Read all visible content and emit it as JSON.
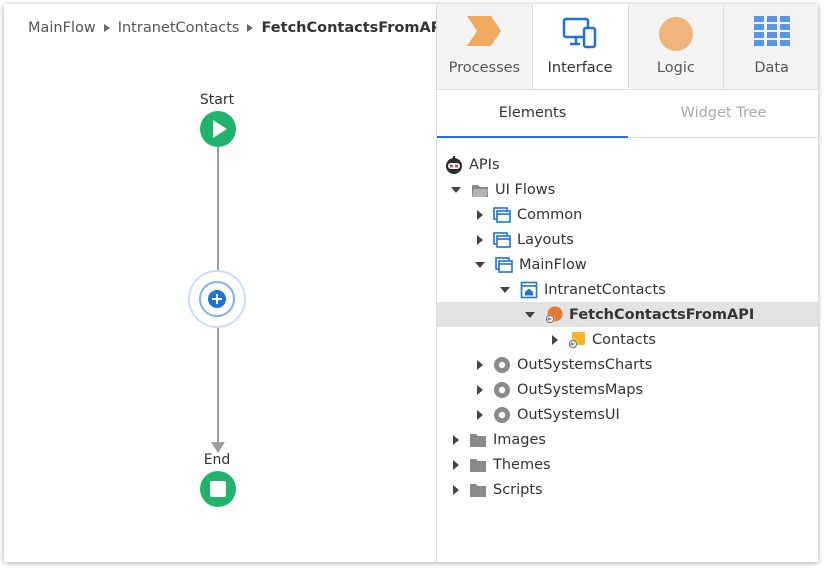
{
  "breadcrumb": {
    "items": [
      "MainFlow",
      "IntranetContacts"
    ],
    "current": "FetchContactsFromAPI"
  },
  "flow": {
    "start_label": "Start",
    "end_label": "End"
  },
  "top_tabs": [
    {
      "label": "Processes",
      "icon": "processes-icon",
      "color": "#f0a95e"
    },
    {
      "label": "Interface",
      "icon": "interface-icon",
      "color": "#1f73d6"
    },
    {
      "label": "Logic",
      "icon": "logic-icon",
      "color": "#f0b47c"
    },
    {
      "label": "Data",
      "icon": "data-icon",
      "color": "#5a94e6"
    }
  ],
  "sub_tabs": [
    "Elements",
    "Widget Tree"
  ],
  "tree": [
    {
      "label": "APIs",
      "icon": "apis-robot-icon",
      "level": 0,
      "caret": "none"
    },
    {
      "label": "UI Flows",
      "icon": "folder-open-icon",
      "level": 0,
      "caret": "down"
    },
    {
      "label": "Common",
      "icon": "ui-flow-icon",
      "level": 1,
      "caret": "right"
    },
    {
      "label": "Layouts",
      "icon": "ui-flow-icon",
      "level": 1,
      "caret": "right"
    },
    {
      "label": "MainFlow",
      "icon": "ui-flow-icon",
      "level": 1,
      "caret": "down"
    },
    {
      "label": "IntranetContacts",
      "icon": "screen-home-icon",
      "level": 2,
      "caret": "down"
    },
    {
      "label": "FetchContactsFromAPI",
      "icon": "data-action-icon",
      "level": 3,
      "caret": "down",
      "selected": true
    },
    {
      "label": "Contacts",
      "icon": "output-structure-icon",
      "level": 4,
      "caret": "right"
    },
    {
      "label": "OutSystemsCharts",
      "icon": "module-reference-icon",
      "level": 1,
      "caret": "right"
    },
    {
      "label": "OutSystemsMaps",
      "icon": "module-reference-icon",
      "level": 1,
      "caret": "right"
    },
    {
      "label": "OutSystemsUI",
      "icon": "module-reference-icon",
      "level": 1,
      "caret": "right"
    },
    {
      "label": "Images",
      "icon": "folder-icon",
      "level": 0,
      "caret": "right"
    },
    {
      "label": "Themes",
      "icon": "folder-icon",
      "level": 0,
      "caret": "right"
    },
    {
      "label": "Scripts",
      "icon": "folder-icon",
      "level": 0,
      "caret": "right"
    }
  ],
  "colors": {
    "accent": "#1f73d6",
    "start_end": "#1fb46a",
    "selected_row": "#e3e3e3"
  }
}
